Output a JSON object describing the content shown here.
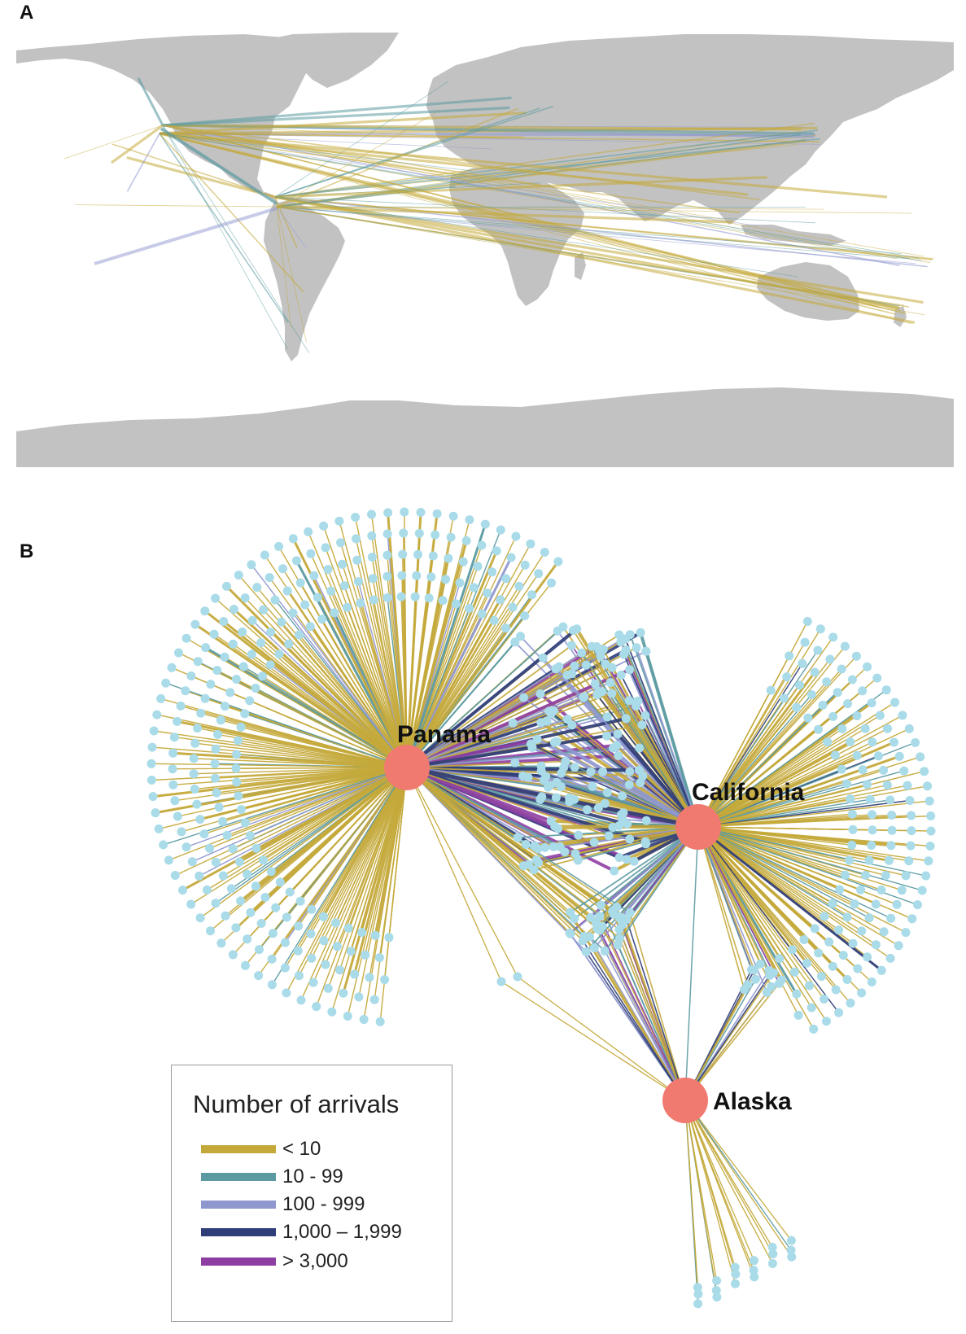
{
  "panels": {
    "a": {
      "label": "A"
    },
    "b": {
      "label": "B"
    }
  },
  "colors": {
    "land": "#c2c2c2",
    "ocean": "#ffffff",
    "node": "#a9dbe9",
    "hub": "#f07a70",
    "lt10": "#c4a93a",
    "r10_99": "#5b9aa1",
    "r100_999": "#8f97cf",
    "r1000_1999": "#2f3d78",
    "gt3000": "#8e3ea3"
  },
  "hubs": [
    {
      "id": "panama",
      "label": "Panama"
    },
    {
      "id": "california",
      "label": "California"
    },
    {
      "id": "alaska",
      "label": "Alaska"
    }
  ],
  "legend": {
    "title": "Number of arrivals",
    "items": [
      {
        "label": "< 10",
        "color": "#c4a93a"
      },
      {
        "label": "10 - 99",
        "color": "#5b9aa1"
      },
      {
        "label": "100 - 999",
        "color": "#8f97cf"
      },
      {
        "label": "1,000 – 1,999",
        "color": "#2f3d78"
      },
      {
        "label": "> 3,000",
        "color": "#8e3ea3"
      }
    ]
  }
}
